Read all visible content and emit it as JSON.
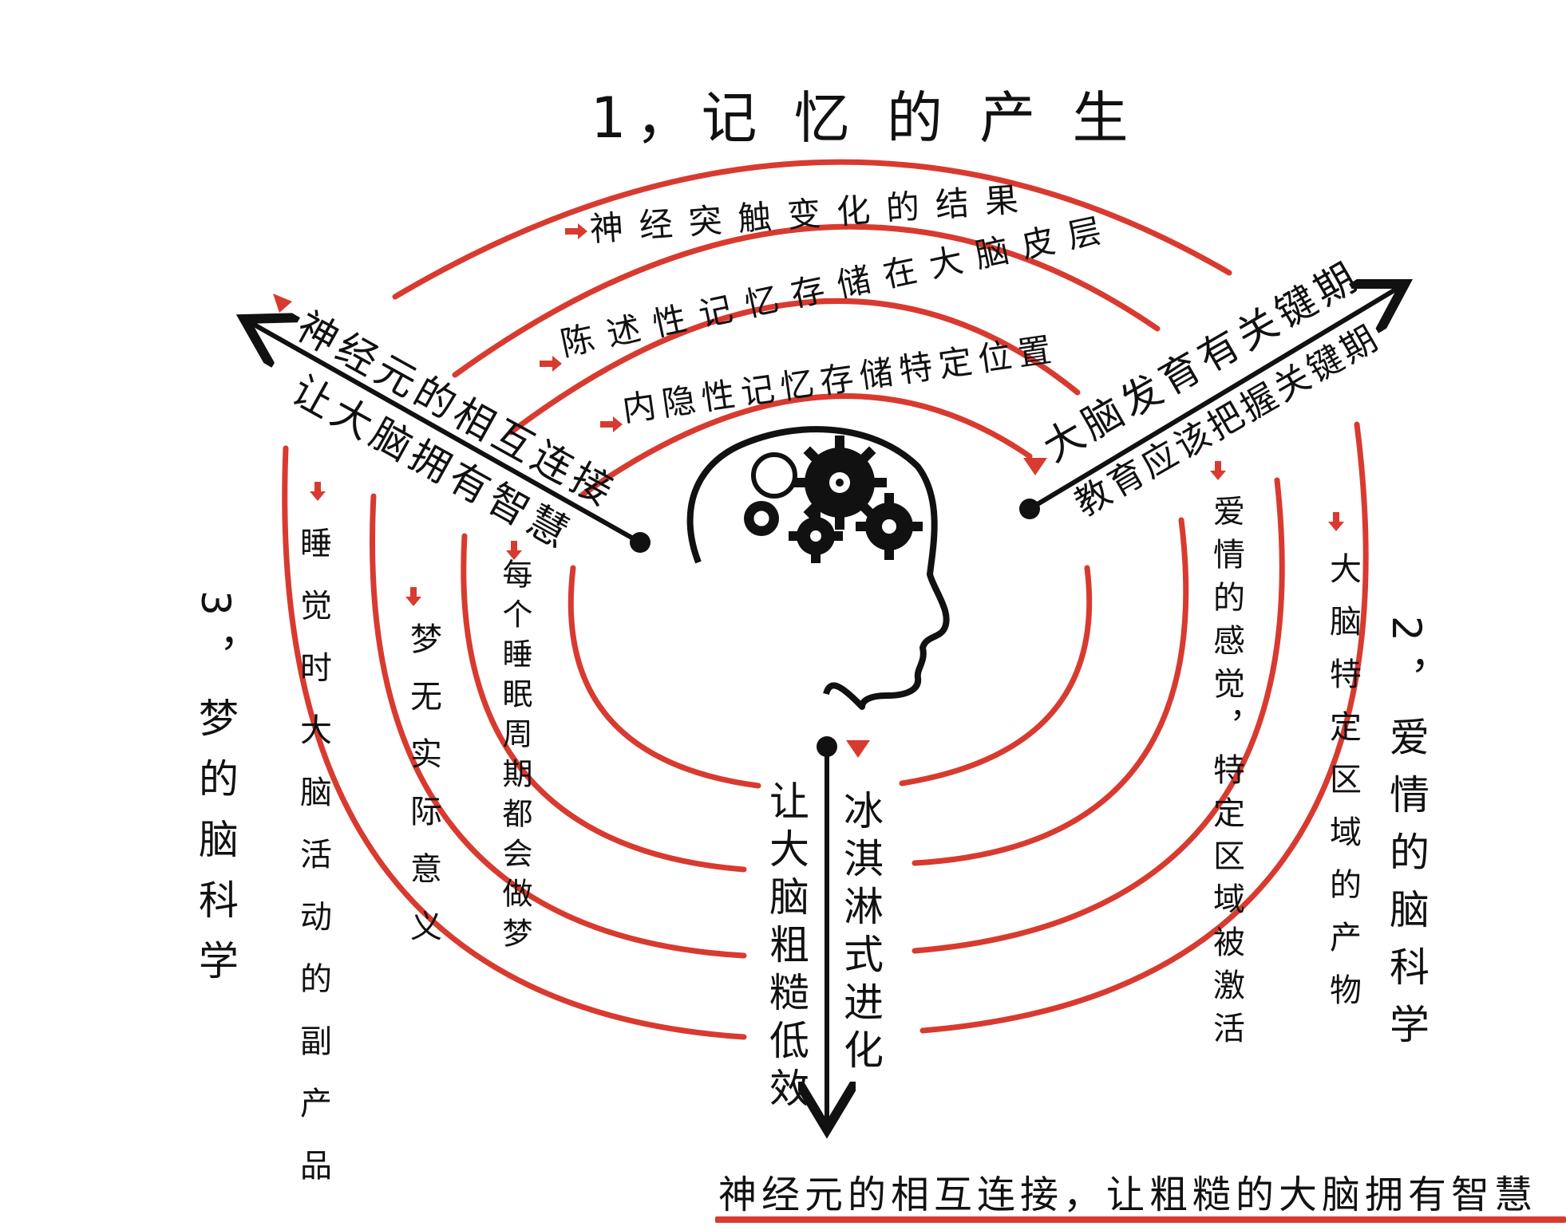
{
  "top_title": "1，记 忆 的 产 生",
  "arcs_top": {
    "outer": "神经突触变化的结果",
    "middle": "陈述性记忆存储在大脑皮层",
    "inner": "内隐性记忆存储特定位置"
  },
  "left_axis": {
    "line1": "神经元的相互连接",
    "line2": "让大脑拥有智慧"
  },
  "right_axis": {
    "line1": "大脑发育有关键期",
    "line2": "教育应该把握关键期"
  },
  "bottom_axis": {
    "left": "让大脑粗糙低效",
    "right": "冰淇淋式进化"
  },
  "section3": {
    "title": "3，梦的脑科学",
    "items": [
      "睡觉时大脑活动的副产品",
      "梦无实际意义",
      "每个睡眠周期都会做梦"
    ]
  },
  "section2": {
    "title": "2，爱情的脑科学",
    "items": [
      "爱情的感觉，特定区域被激活",
      "大脑特定区域的产物"
    ]
  },
  "footer": "神经元的相互连接，让粗糙的大脑拥有智慧",
  "colors": {
    "accent_red": "#d93a2f",
    "ink": "#111111"
  },
  "icons": [
    "brain-gears-head-icon",
    "arrow-icon",
    "triangle-marker-icon"
  ]
}
